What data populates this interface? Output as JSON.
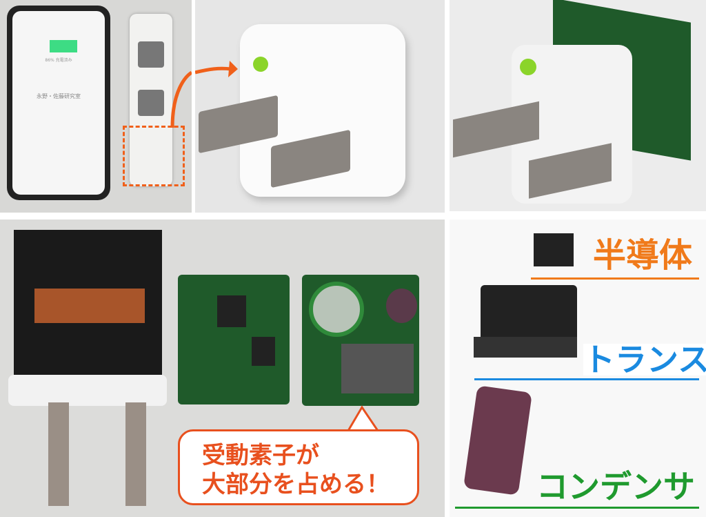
{
  "phone": {
    "battery_text": "86% 充電済み",
    "screen_text": "永野・佐藤研究室",
    "battery_color": "#3ddc84"
  },
  "labels": {
    "semiconductor": "半導体",
    "transformer": "トランス",
    "capacitor": "コンデンサ"
  },
  "callout": {
    "line1": "受動素子が",
    "line2": "大部分を占める！"
  },
  "colors": {
    "orange": "#f07a1a",
    "blue": "#1a8ae0",
    "green": "#1f9a2e",
    "callout_border": "#e8501e",
    "pcb": "#1f5a2a"
  }
}
